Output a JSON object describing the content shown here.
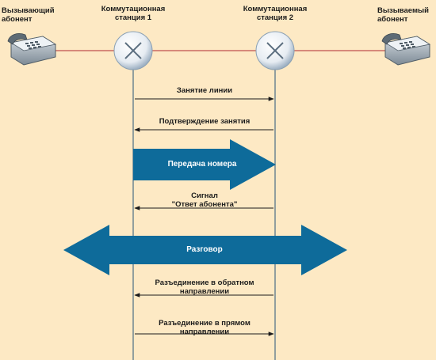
{
  "nodes": {
    "caller": {
      "line1": "Вызывающий",
      "line2": "абонент"
    },
    "station1": {
      "line1": "Коммутационная",
      "line2": "станция 1"
    },
    "station2": {
      "line1": "Коммутационная",
      "line2": "станция 2"
    },
    "callee": {
      "line1": "Вызываемый",
      "line2": "абонент"
    }
  },
  "messages": [
    {
      "line1": "Занятие линии",
      "line2": "",
      "direction": "right"
    },
    {
      "line1": "Подтверждение занятия",
      "line2": "",
      "direction": "left"
    },
    {
      "line1": "Передача номера",
      "line2": "",
      "direction": "right"
    },
    {
      "line1": "Сигнал",
      "line2": "\"Ответ абонента\"",
      "direction": "left"
    },
    {
      "line1": "Разговор",
      "line2": "",
      "direction": "both"
    },
    {
      "line1": "Разъединение в обратном",
      "line2": "направлении",
      "direction": "left"
    },
    {
      "line1": "Разъединение в прямом",
      "line2": "направлении",
      "direction": "right"
    }
  ],
  "colors": {
    "background": "#fde9c4",
    "arrow_fill": "#0e6b9a",
    "wire": "#c0504d",
    "lifeline": "#4a6e86"
  }
}
